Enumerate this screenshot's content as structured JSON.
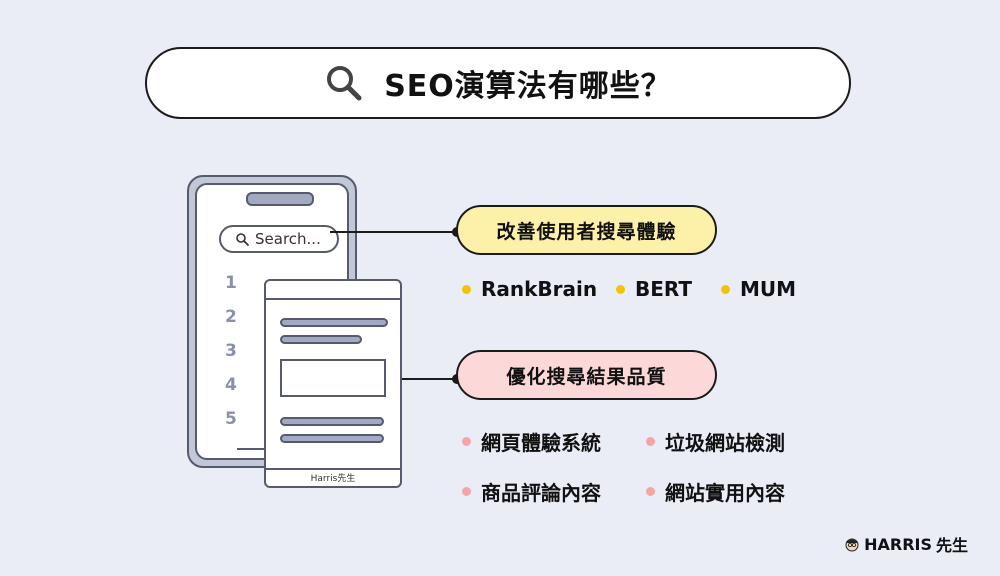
{
  "title": "SEO演算法有哪些？",
  "phone": {
    "search_placeholder": "Search...",
    "results": [
      "1",
      "2",
      "3",
      "4",
      "5"
    ]
  },
  "page": {
    "brand": "Harris先生"
  },
  "sections": [
    {
      "label": "改善使用者搜尋體驗",
      "color": "#fdf0a8",
      "bullet_color": "#f4c20d",
      "items": [
        "RankBrain",
        "BERT",
        "MUM"
      ]
    },
    {
      "label": "優化搜尋結果品質",
      "color": "#fcd8d8",
      "bullet_color": "#f4a6a6",
      "items": [
        "網頁體驗系統",
        "垃圾網站檢測",
        "商品評論內容",
        "網站實用內容"
      ]
    }
  ],
  "brand": {
    "name": "HARRIS",
    "suffix": "先生"
  }
}
